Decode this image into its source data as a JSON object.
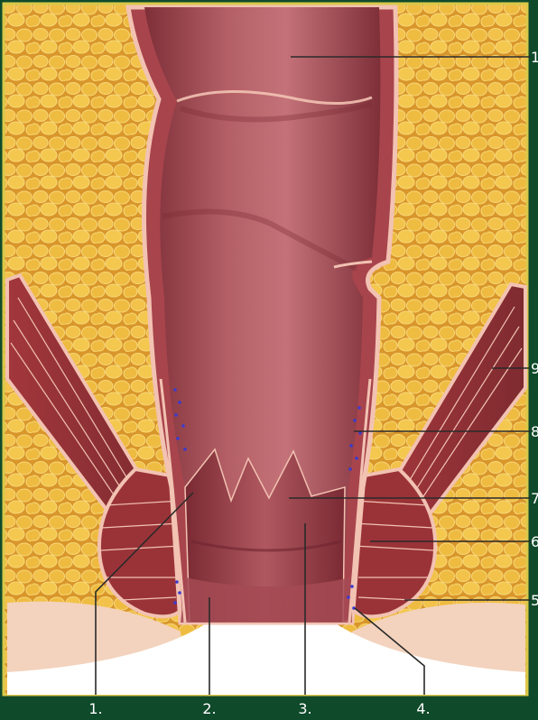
{
  "diagram": {
    "labels_bottom": [
      "1.",
      "2.",
      "3.",
      "4."
    ],
    "labels_right": [
      "1",
      "9",
      "8",
      "7",
      "6",
      "5"
    ]
  },
  "colors": {
    "background": "#0f4a2a",
    "frame": "#d9c84a",
    "fat": "#e7b037",
    "wall": "#a8444c",
    "lumen": "#b05a60",
    "lining": "#f2c2b2",
    "muscle": "#8e3035",
    "skin": "#f3d3bd",
    "glands": "#3a3ad0"
  }
}
